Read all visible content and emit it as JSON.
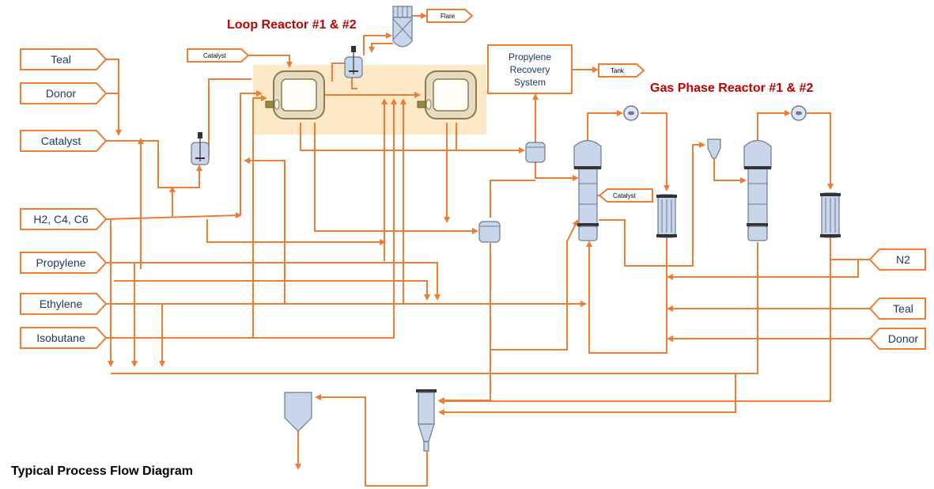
{
  "title": "Typical Process Flow Diagram",
  "loop_reactor_title": "Loop Reactor #1 & #2",
  "gas_phase_title": "Gas Phase Reactor #1 & #2",
  "feeds_left": [
    "Teal",
    "Donor",
    "Catalyst",
    "H2, C4, C6",
    "Propylene",
    "Ethylene",
    "Isobutane"
  ],
  "feeds_right": [
    "N2",
    "Teal",
    "Donor"
  ],
  "small_tags": {
    "catalyst_loop": "Catalyst",
    "flare": "Flare",
    "tank": "Tank",
    "catalyst_gas": "Catalyst"
  },
  "recovery": [
    "Propylene",
    "Recovery",
    "System"
  ],
  "colors": {
    "pipe": "#ed7d31",
    "title_red": "#c00000",
    "label_blue": "#1f3864",
    "loop_highlight": "#fde9c8"
  }
}
